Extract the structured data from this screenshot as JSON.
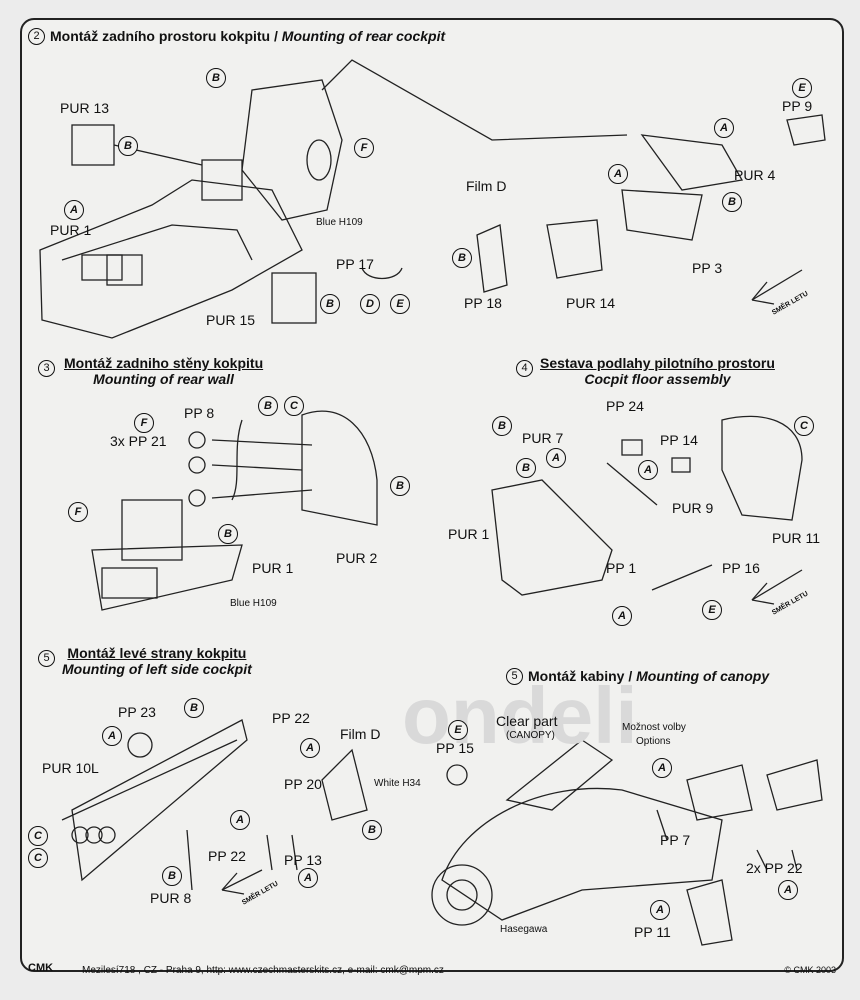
{
  "sec1": {
    "num": "2",
    "title_cz": "Montáž zadního prostoru kokpitu",
    "sep": " / ",
    "title_en": "Mounting of rear cockpit"
  },
  "sec2": {
    "num": "3",
    "title_cz": "Montáž zadniho stěny kokpitu",
    "title_en": "Mounting of rear wall"
  },
  "sec3": {
    "num": "4",
    "title_cz": "Sestava podlahy pilotního prostoru",
    "title_en": "Cocpit floor assembly"
  },
  "sec4": {
    "num": "5",
    "title_cz": "Montáž levé strany kokpitu",
    "title_en": "Mounting of left side cockpit"
  },
  "sec5": {
    "num": "5",
    "title_cz": "Montáž kabiny",
    "sep": " / ",
    "title_en": "Mounting of canopy"
  },
  "parts": {
    "pur13": "PUR 13",
    "pur1": "PUR 1",
    "pur15": "PUR 15",
    "pp17": "PP 17",
    "blue_h109": "Blue H109",
    "film_d": "Film D",
    "pp18": "PP 18",
    "pur14": "PUR 14",
    "pp3": "PP 3",
    "pur4": "PUR 4",
    "pp9": "PP 9",
    "pp8": "PP 8",
    "pp21": "3x PP 21",
    "pur1b": "PUR 1",
    "pur2": "PUR 2",
    "blue_h109b": "Blue H109",
    "pur7": "PUR 7",
    "pp24": "PP 24",
    "pp14": "PP 14",
    "pur9": "PUR 9",
    "pur1c": "PUR 1",
    "pur11": "PUR 11",
    "pp1": "PP 1",
    "pp16": "PP 16",
    "pp23": "PP 23",
    "pur10l": "PUR 10L",
    "pp22a": "PP 22",
    "film_d2": "Film D",
    "pp20": "PP 20",
    "white_h34": "White H34",
    "pp22b": "PP 22",
    "pp13": "PP 13",
    "pur8": "PUR 8",
    "pp15": "PP 15",
    "clear_part": "Clear part",
    "canopy": "(CANOPY)",
    "moznost": "Možnost volby",
    "options": "Options",
    "pp7": "PP 7",
    "pp22c": "2x PP 22",
    "pp11": "PP 11",
    "hasegawa": "Hasegawa"
  },
  "dir_label": "SMĚR LETU",
  "footer": {
    "logo": "CMK",
    "address": "Mezilesí718 , CZ - Praha 9,  http: www.czechmasterskits.cz, e-mail: cmk@mpm.cz",
    "copyright": "© CMK 2003"
  }
}
